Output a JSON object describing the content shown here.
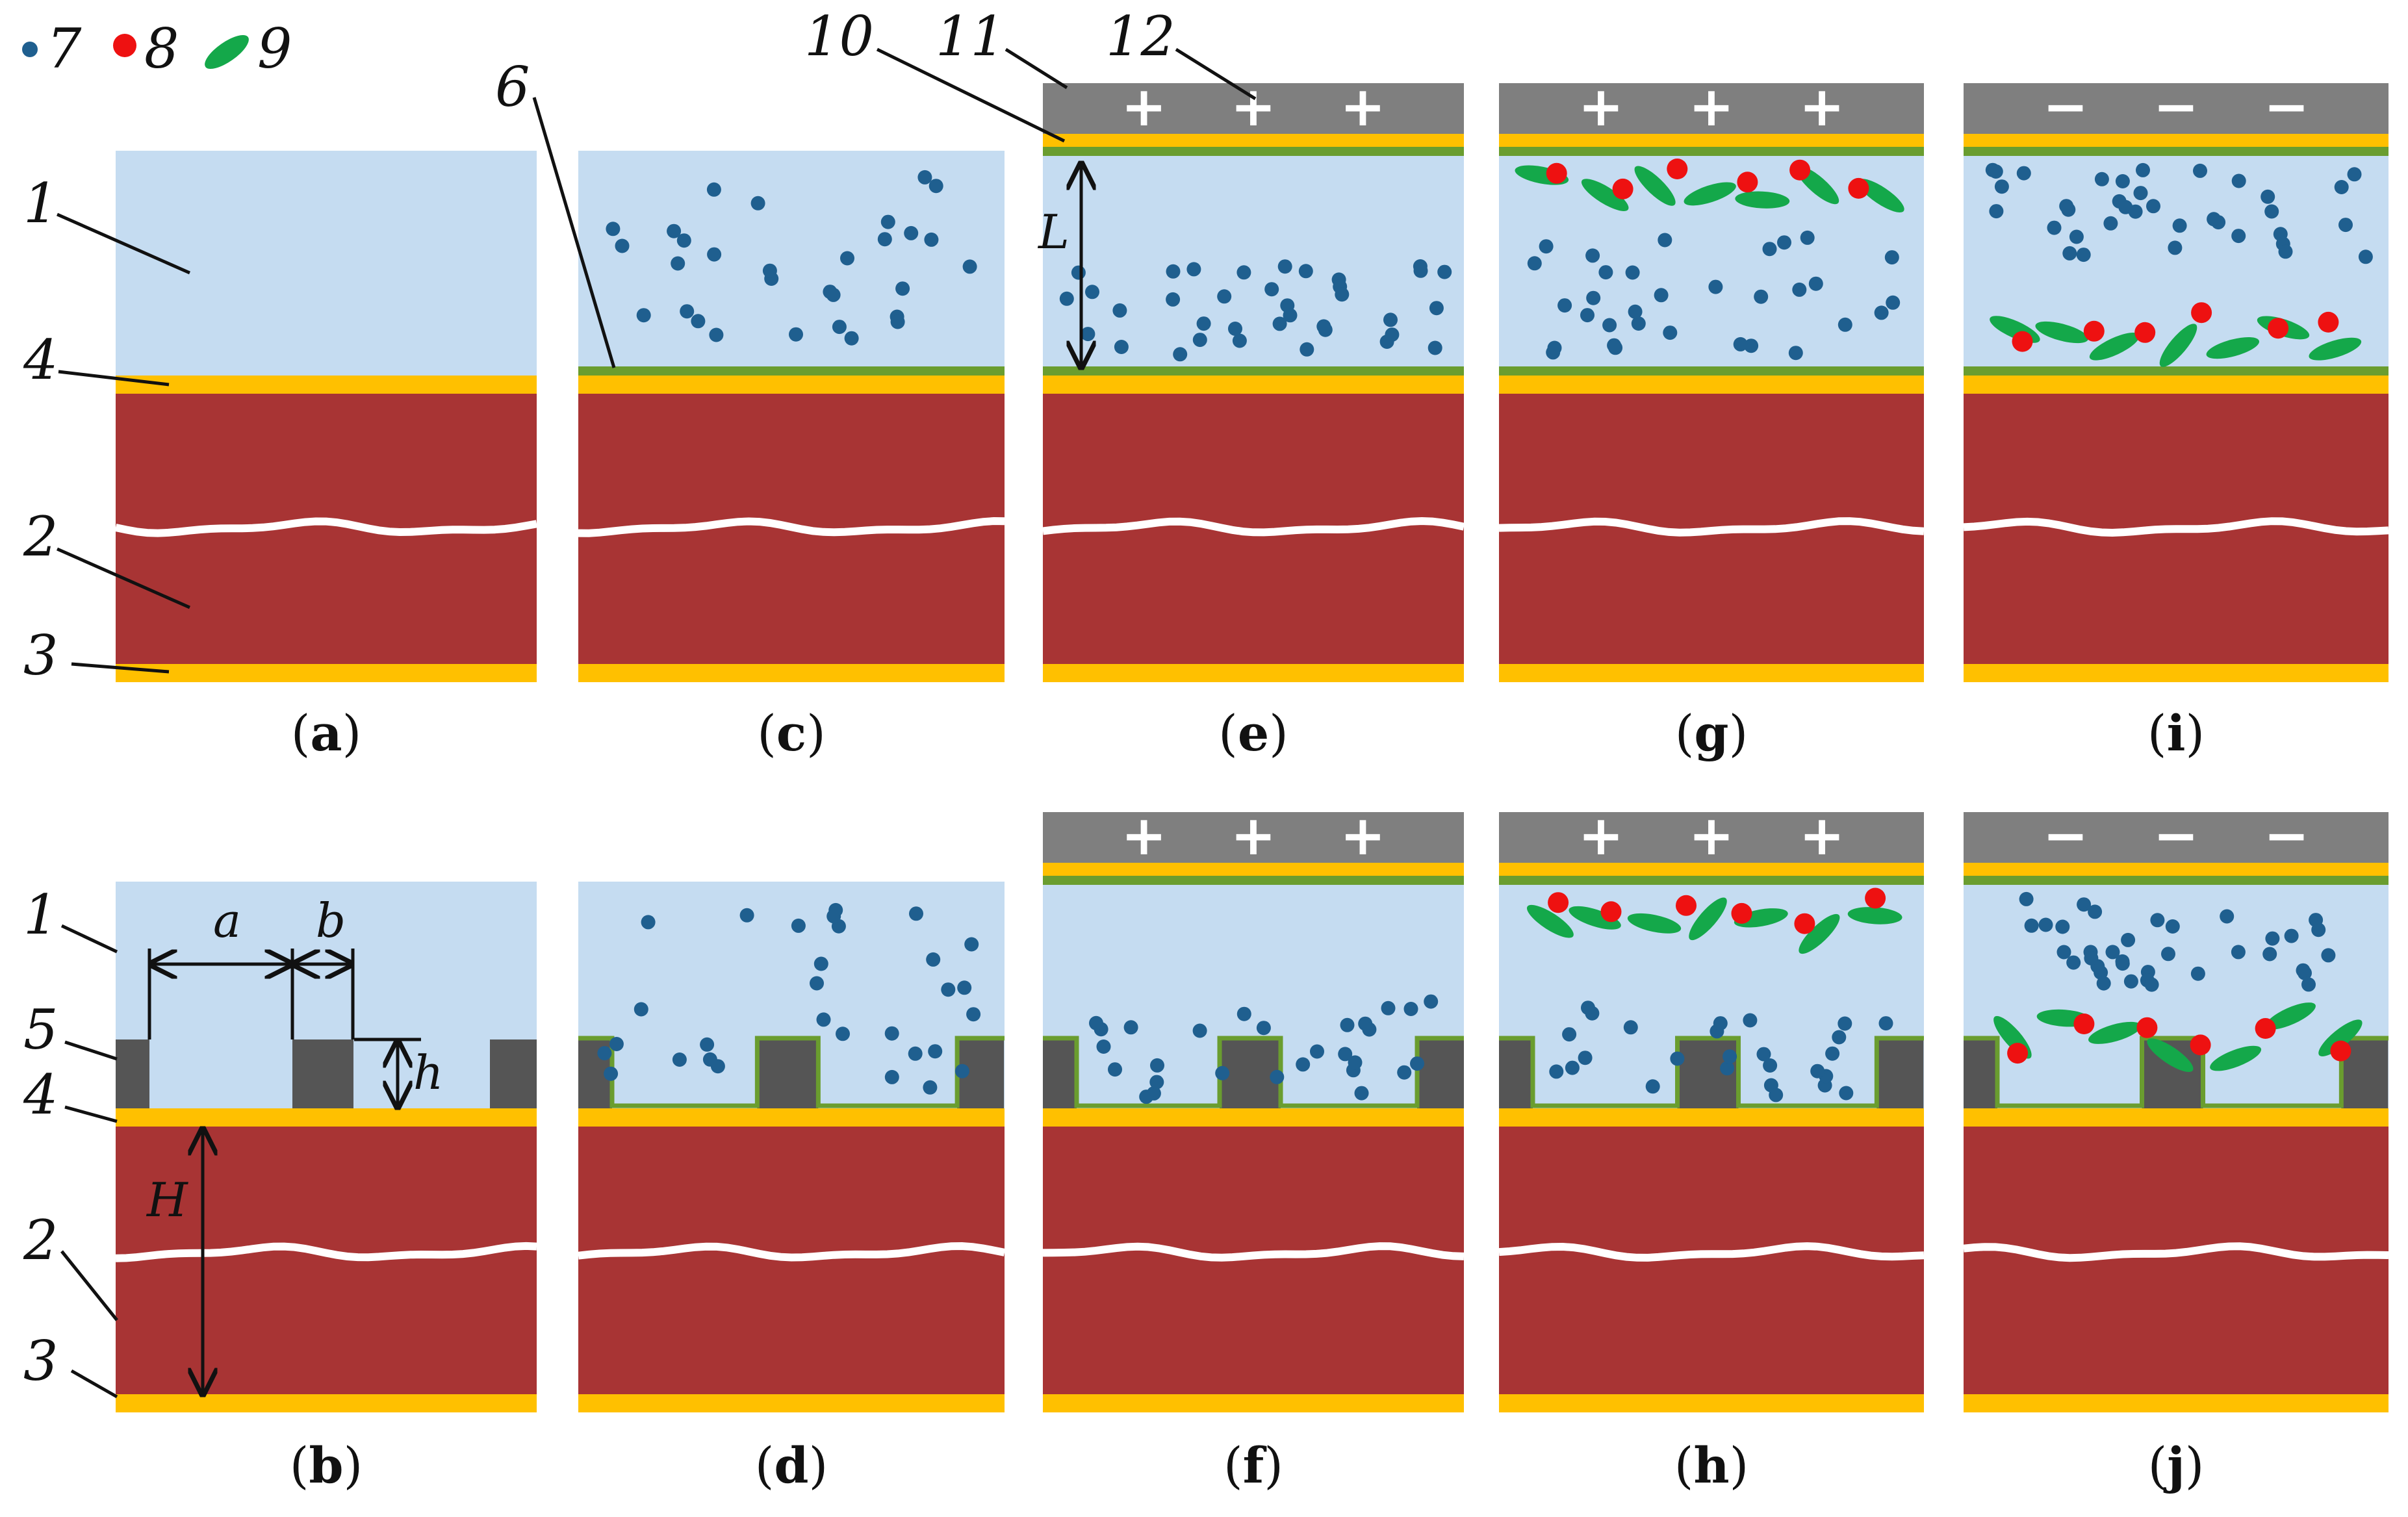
{
  "legend": [
    {
      "id": "molecule-small-legend",
      "label": "7"
    },
    {
      "id": "molecule-red-legend",
      "label": "8"
    },
    {
      "id": "molecule-green-legend",
      "label": "9"
    }
  ],
  "panels_top": [
    "a",
    "c",
    "e",
    "g",
    "i"
  ],
  "panels_bottom": [
    "b",
    "d",
    "f",
    "h",
    "j"
  ],
  "callouts": {
    "n1": "1",
    "n2": "2",
    "n3": "3",
    "n4": "4",
    "n5": "5",
    "n6": "6",
    "n10": "10",
    "n11": "11",
    "n12": "12",
    "b1": "1",
    "b2": "2",
    "b3": "3",
    "b4": "4",
    "b5": "5"
  },
  "dimensions": {
    "L": "L",
    "a": "a",
    "b": "b",
    "h": "h",
    "H": "H"
  },
  "electrode_signs": {
    "e": "+",
    "g": "+",
    "i": "−",
    "f": "+",
    "h": "+",
    "j": "−"
  },
  "colors": {
    "solution": "#c5dcf1",
    "substrate": "#a83434",
    "gold": "#ffc000",
    "green_layer": "#6a9d2f",
    "pillar": "#555555",
    "electrode": "#7f7f7f",
    "molecule_blue": "#1f5f8f",
    "molecule_red": "#ee1111",
    "molecule_green": "#14a84a"
  }
}
